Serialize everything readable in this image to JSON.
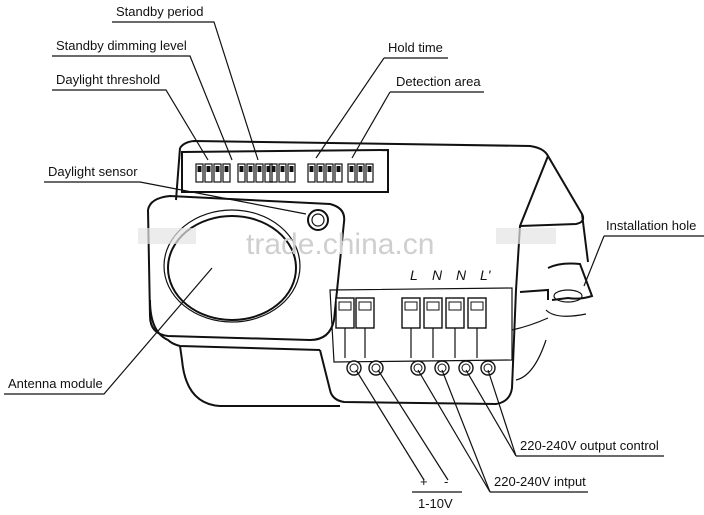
{
  "labels": {
    "standby_period": "Standby period",
    "standby_dimming_level": "Standby dimming level",
    "daylight_threshold": "Daylight threshold",
    "hold_time": "Hold time",
    "detection_area": "Detection area",
    "daylight_sensor": "Daylight sensor",
    "installation_hole": "Installation hole",
    "antenna_module": "Antenna module",
    "output_control": "220-240V output control",
    "input": "220-240V intput",
    "dimming_range": "1-10V",
    "plus": "+",
    "minus": "-"
  },
  "terminals": [
    "L",
    "N",
    "N",
    "L'"
  ],
  "watermark": "trade.china.cn"
}
